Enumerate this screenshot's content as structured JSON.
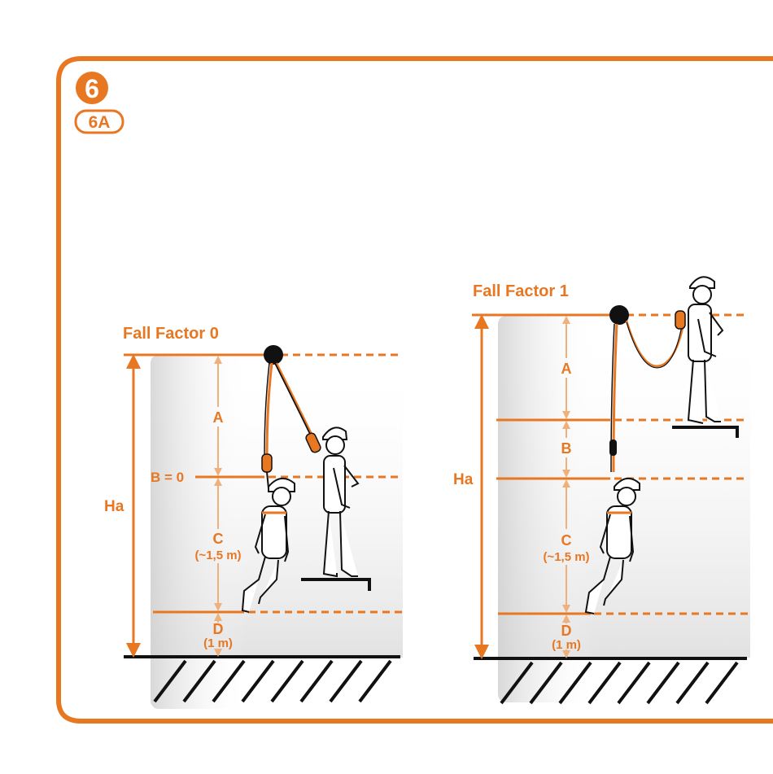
{
  "badges": {
    "main": "6",
    "sub": "6A"
  },
  "colors": {
    "accent": "#e87722",
    "ink": "#111111",
    "shade": "#d8d8d8"
  },
  "left": {
    "title": "Fall Factor 0",
    "ha": "Ha",
    "a": "A",
    "b": "B = 0",
    "c": "C",
    "c_sub": "(~1,5 m)",
    "d": "D",
    "d_sub": "(1 m)"
  },
  "right": {
    "title": "Fall Factor 1",
    "ha": "Ha",
    "a": "A",
    "b": "B",
    "c": "C",
    "c_sub": "(~1,5 m)",
    "d": "D",
    "d_sub": "(1 m)"
  }
}
